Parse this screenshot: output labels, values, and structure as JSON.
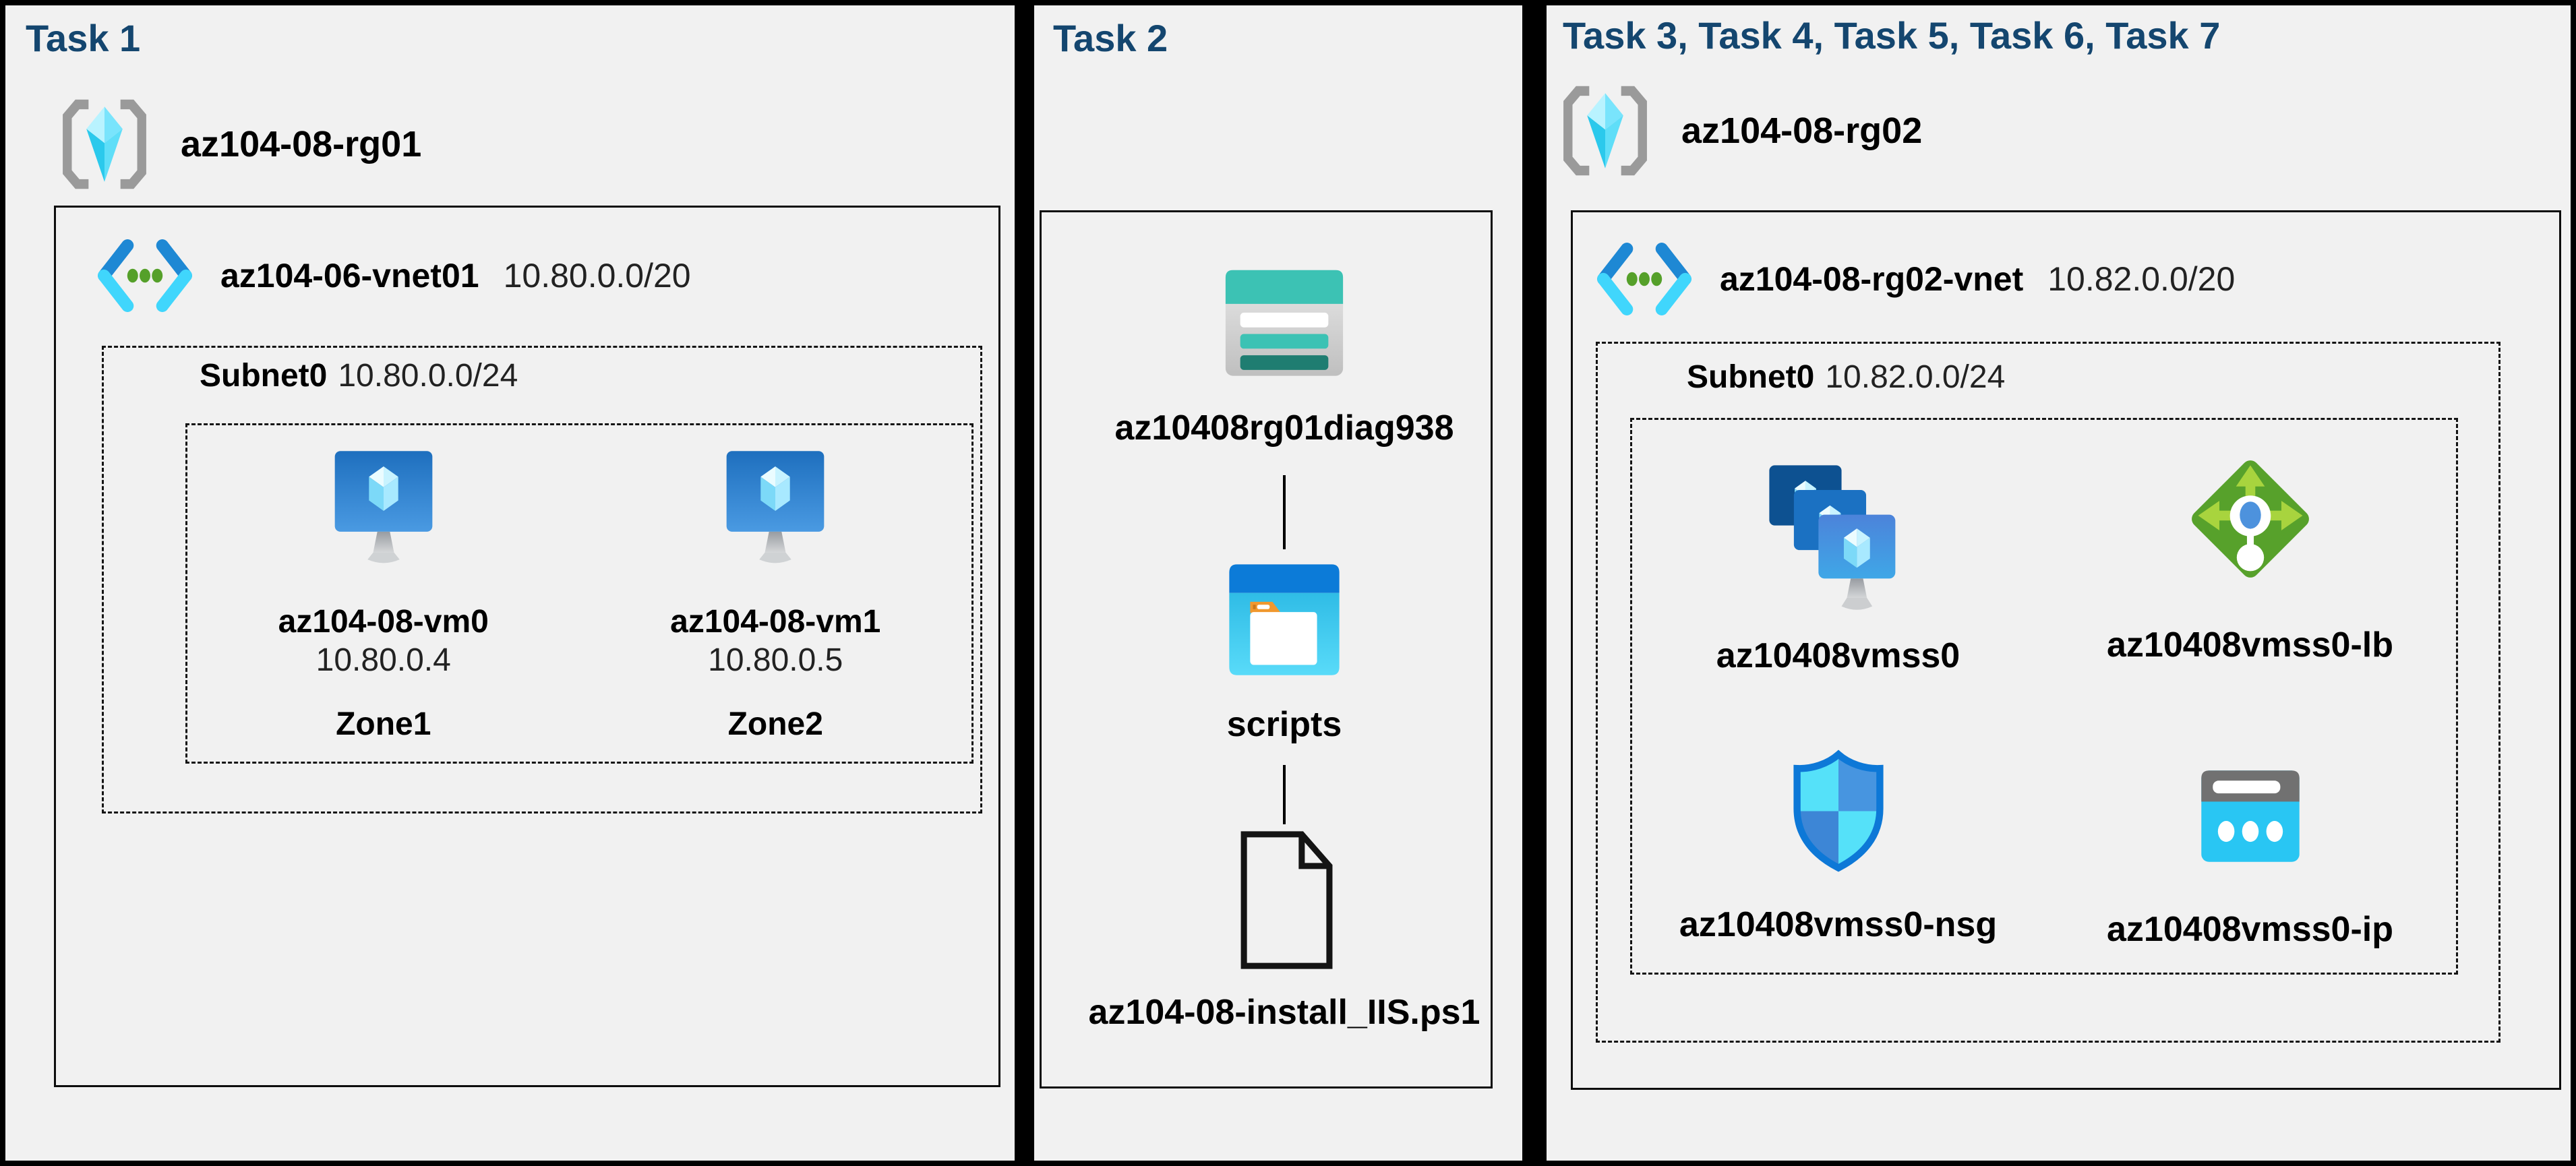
{
  "colors": {
    "title": "#14466f",
    "panel_background": "#f1f1f1",
    "frame": "#000000",
    "label": "#000000",
    "vnet_blue": "#1e88d4",
    "vnet_cyan": "#40d6fc",
    "vnet_dot_green": "#55a02a",
    "storage_teal": "#3cc2b4",
    "storage_teal_dark": "#1f7d71",
    "container_blue": "#0c7bd8",
    "container_cyan": "#3ac4ee",
    "lb_green": "#57a12b",
    "lb_green_light": "#a8d43e",
    "nsg_border_blue": "#0d78d7",
    "public_ip_cyan": "#29c6f3",
    "vm_screen_blue": "#1e6fbe"
  },
  "icons": {
    "resource_group": "bracketed-crystal",
    "virtual_network": "chevrons-with-green-dots",
    "virtual_machine": "monitor-with-cube",
    "storage_account": "teal-table-rows",
    "blob_container": "window-with-folder",
    "script_file": "document-outline",
    "vm_scale_set": "stacked-monitors",
    "load_balancer": "green-diamond-arrows",
    "network_security_group": "blue-shield",
    "public_ip": "window-with-dots"
  },
  "panels": [
    {
      "title": "Task 1",
      "resource_group": "az104-08-rg01",
      "vnet": {
        "name": "az104-06-vnet01",
        "cidr": "10.80.0.0/20"
      },
      "subnet": {
        "name": "Subnet0",
        "cidr": "10.80.0.0/24"
      },
      "vms": [
        {
          "name": "az104-08-vm0",
          "ip": "10.80.0.4",
          "zone": "Zone1"
        },
        {
          "name": "az104-08-vm1",
          "ip": "10.80.0.5",
          "zone": "Zone2"
        }
      ]
    },
    {
      "title": "Task 2",
      "storage_account": "az10408rg01diag938",
      "container": "scripts",
      "file": "az104-08-install_IIS.ps1"
    },
    {
      "title": "Task 3, Task 4, Task 5, Task 6, Task 7",
      "resource_group": "az104-08-rg02",
      "vnet": {
        "name": "az104-08-rg02-vnet",
        "cidr": "10.82.0.0/20"
      },
      "subnet": {
        "name": "Subnet0",
        "cidr": "10.82.0.0/24"
      },
      "resources": [
        {
          "name": "az10408vmss0",
          "type": "vm-scale-set"
        },
        {
          "name": "az10408vmss0-lb",
          "type": "load-balancer"
        },
        {
          "name": "az10408vmss0-nsg",
          "type": "network-security-group"
        },
        {
          "name": "az10408vmss0-ip",
          "type": "public-ip"
        }
      ]
    }
  ]
}
